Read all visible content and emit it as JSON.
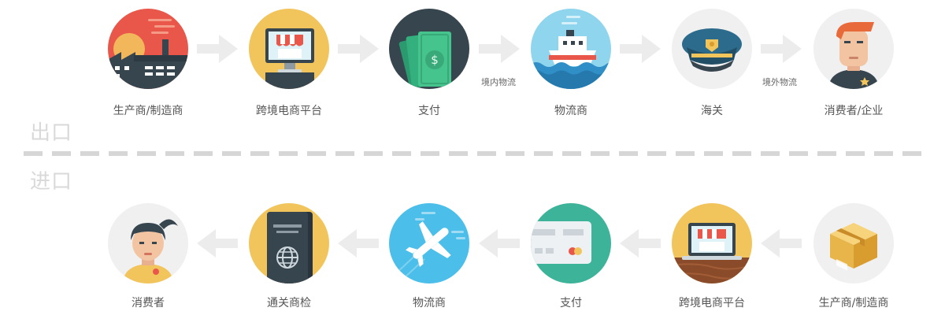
{
  "export": {
    "section_label": "出口",
    "steps": [
      {
        "label": "生产商/制造商",
        "icon": "factory-icon"
      },
      {
        "label": "跨境电商平台",
        "icon": "online-shop-icon"
      },
      {
        "label": "支付",
        "icon": "cash-icon"
      },
      {
        "label": "物流商",
        "icon": "ship-icon"
      },
      {
        "label": "海关",
        "icon": "customs-cap-icon"
      },
      {
        "label": "消费者/企业",
        "icon": "consumer-man-icon"
      }
    ],
    "connector_labels": {
      "payment_to_logistics": "境内物流",
      "customs_to_consumer": "境外物流"
    }
  },
  "import": {
    "section_label": "进口",
    "steps": [
      {
        "label": "消费者",
        "icon": "consumer-woman-icon"
      },
      {
        "label": "通关商检",
        "icon": "passport-icon"
      },
      {
        "label": "物流商",
        "icon": "airplane-icon"
      },
      {
        "label": "支付",
        "icon": "credit-card-icon"
      },
      {
        "label": "跨境电商平台",
        "icon": "laptop-shop-icon"
      },
      {
        "label": "生产商/制造商",
        "icon": "package-box-icon"
      }
    ]
  },
  "colors": {
    "arrow": "#ececec",
    "section_text": "#d9d9d9",
    "divider": "#d6d6d6",
    "label_text": "#555555"
  }
}
